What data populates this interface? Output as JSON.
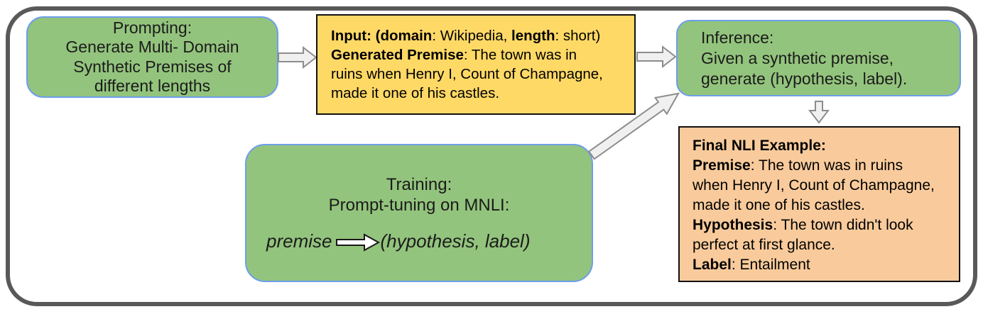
{
  "figure": {
    "colors": {
      "green_fill": "#93c47d",
      "green_border_blue": "#6d9eeb",
      "yellow_fill": "#ffd966",
      "orange_fill": "#f9cb9c",
      "frame_border": "#595959",
      "arrow_fill": "#f0f0f0",
      "arrow_stroke": "#8c8c8c",
      "text": "#1a1a1a"
    },
    "icons": {
      "arrow_prompting_to_input": "block-arrow-right",
      "arrow_input_to_inference": "block-arrow-right",
      "arrow_inference_to_final": "block-arrow-down",
      "arrow_training_to_inference": "block-arrow-diagonal-up-right",
      "maps_to_arrow": "block-arrow-right-white"
    }
  },
  "prompting_box": {
    "lines": [
      "Prompting:",
      "Generate Multi- Domain",
      "Synthetic Premises of",
      "different lengths"
    ]
  },
  "yellow_box": {
    "lines": [
      {
        "segs": [
          {
            "t": "Input: (domain",
            "b": true
          },
          {
            "t": ": Wikipedia, "
          },
          {
            "t": "length",
            "b": true
          },
          {
            "t": ": short)"
          }
        ]
      },
      {
        "segs": [
          {
            "t": "Generated Premise",
            "b": true
          },
          {
            "t": ": The town was in"
          }
        ]
      },
      {
        "segs": [
          {
            "t": "ruins when Henry I, Count of Champagne,"
          }
        ]
      },
      {
        "segs": [
          {
            "t": "made it one of his castles."
          }
        ]
      }
    ]
  },
  "inference_box": {
    "lines": [
      "Inference:",
      "Given a synthetic premise,",
      "generate (hypothesis, label)."
    ]
  },
  "training_box": {
    "lines": [
      "Training:",
      "Prompt-tuning on MNLI:"
    ],
    "formula_premise": "premise",
    "formula_output": "(hypothesis, label)"
  },
  "orange_box": {
    "lines": [
      {
        "segs": [
          {
            "t": "Final NLI Example:",
            "b": true
          }
        ]
      },
      {
        "segs": [
          {
            "t": "Premise",
            "b": true
          },
          {
            "t": ": The town was in ruins"
          }
        ]
      },
      {
        "segs": [
          {
            "t": "when Henry I, Count of Champagne,"
          }
        ]
      },
      {
        "segs": [
          {
            "t": "made it one of his castles."
          }
        ]
      },
      {
        "segs": [
          {
            "t": "Hypothesis",
            "b": true
          },
          {
            "t": ": The town didn't look"
          }
        ]
      },
      {
        "segs": [
          {
            "t": "perfect at first glance."
          }
        ]
      },
      {
        "segs": [
          {
            "t": "Label",
            "b": true
          },
          {
            "t": ": Entailment"
          }
        ]
      }
    ]
  }
}
